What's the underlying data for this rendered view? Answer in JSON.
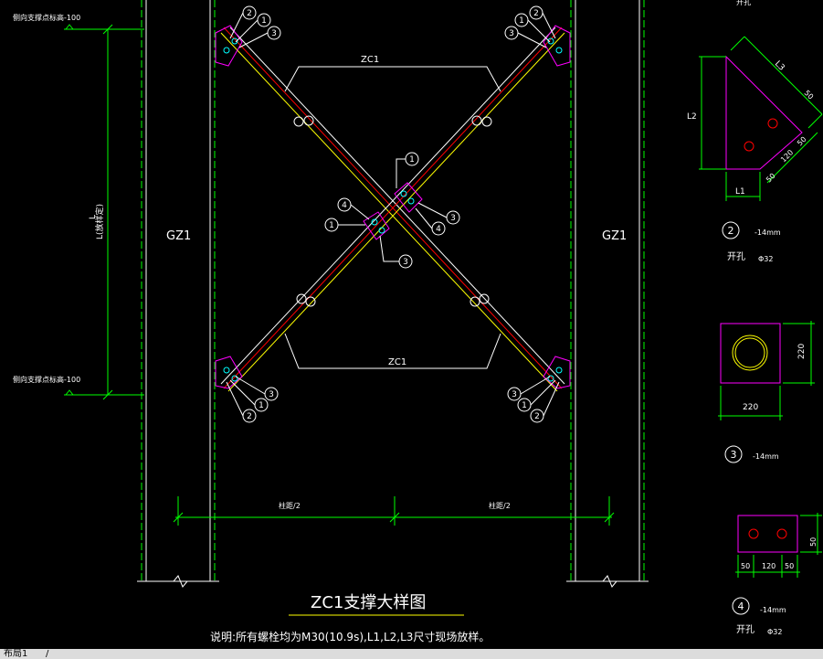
{
  "drawing": {
    "title": "ZC1支撑大样图",
    "note": "说明:所有螺栓均为M30(10.9s),L1,L2,L3尺寸现场放样。",
    "column_left": "GZ1",
    "column_right": "GZ1",
    "brace_top_label": "ZC1",
    "brace_bottom_label": "ZC1",
    "elev_top": "侧向支撑点标高-100",
    "elev_bottom": "侧向支撑点标高-100",
    "dim_L": "L",
    "dim_L_note": "L(放样定)",
    "span_half_left": "柱距/2",
    "span_half_right": "柱距/2",
    "callouts": [
      "1",
      "2",
      "3",
      "4"
    ],
    "plate2": {
      "mark": "2",
      "thk": "-14mm",
      "hole_label": "开孔",
      "hole_size": "Φ32",
      "dims": {
        "L1": "L1",
        "L2": "L2",
        "L3": "L3",
        "d50a": "50",
        "d50b": "50",
        "d120": "120",
        "d50c": "50"
      }
    },
    "plate3": {
      "mark": "3",
      "thk": "-14mm",
      "dim_w": "220",
      "dim_h": "220"
    },
    "plate4": {
      "mark": "4",
      "thk": "-14mm",
      "hole_label": "开孔",
      "hole_size": "Φ32",
      "dims": {
        "d50a": "50",
        "d120": "120",
        "d50b": "50",
        "d50v": "50"
      }
    },
    "top_partial": "开孔"
  },
  "statusbar": {
    "layout_tab": "布局1",
    "tab_sep": "/"
  },
  "colors": {
    "background": "#000000",
    "dim_green": "#00ff00",
    "column_white": "#ffffff",
    "brace_yellow": "#ffff00",
    "center_red": "#ff0000",
    "plate_magenta": "#ff00ff",
    "bolt_cyan": "#00ffff"
  }
}
